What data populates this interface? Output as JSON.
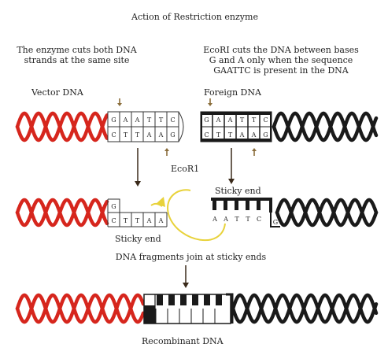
{
  "title": "Action of Restriction enzyme",
  "left_note": [
    "The enzyme cuts both DNA",
    "strands at the same site"
  ],
  "right_note": [
    "EcoRI cuts the DNA between bases",
    "G and A only when the sequence",
    "GAATTC is present in the DNA"
  ],
  "vector_label": "Vector DNA",
  "foreign_label": "Foreign DNA",
  "enzyme_label": "EcoR1",
  "sticky_end_left": "Sticky end",
  "sticky_end_right": "Sticky end",
  "join_label": "DNA fragments join at sticky ends",
  "recombinant_label": "Recombinant DNA",
  "top_strand_bases": [
    "G",
    "A",
    "A",
    "T",
    "T",
    "C"
  ],
  "bottom_strand_bases": [
    "C",
    "T",
    "T",
    "A",
    "A",
    "G"
  ],
  "left_sticky_top": [
    "G"
  ],
  "left_sticky_bottom": [
    "C",
    "T",
    "T",
    "A",
    "A"
  ],
  "right_sticky_top": [
    "A",
    "A",
    "T",
    "T",
    "C"
  ],
  "right_sticky_bottom": [
    "G"
  ],
  "colors": {
    "vector_dna": "#d6261d",
    "foreign_dna": "#1a1a1a",
    "arrow": "#8a6d3b",
    "join_curve": "#e8d23a",
    "text": "#222222"
  }
}
